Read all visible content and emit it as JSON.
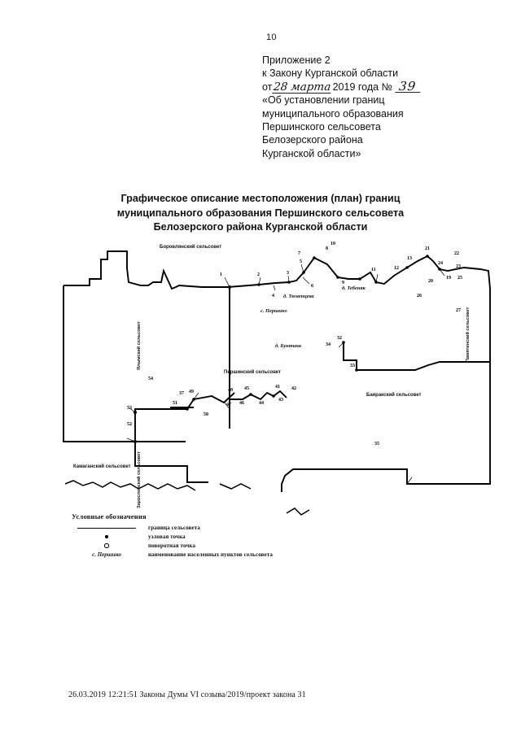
{
  "page": {
    "number": "10"
  },
  "header": {
    "lines": [
      "Приложение 2",
      "к Закону Курганской области"
    ],
    "date_prefix": "от",
    "date_handwritten": "28 марта",
    "date_suffix": "2019 года №",
    "number_handwritten": "39",
    "quoted_lines": [
      "«Об установлении границ",
      "муниципального образования",
      "Першинского сельсовета",
      "Белозерского района",
      "Курганской области»"
    ]
  },
  "map": {
    "title_lines": [
      "Графическое описание местоположения (план) границ",
      "муниципального образования Першинского сельсовета",
      "Белозерского района Курганской области"
    ],
    "neighbor_labels": [
      {
        "name": "Боровлянский сельсовет",
        "orientation": "horizontal"
      },
      {
        "name": "Ялымский сельсовет",
        "orientation": "vertical"
      },
      {
        "name": "Памятинский сельсовет",
        "orientation": "vertical"
      },
      {
        "name": "Баяракский сельсовет",
        "orientation": "horizontal"
      },
      {
        "name": "Камаганский сельсовет",
        "orientation": "horizontal"
      },
      {
        "name": "Зарословский сельсовет",
        "orientation": "vertical"
      }
    ],
    "own_label": "Першинский сельсовет",
    "settlements": [
      "д. Тюменцева",
      "с. Першино",
      "д. Бунтина",
      "д. Тебеняк"
    ],
    "vertex_numbers": [
      "1",
      "2",
      "3",
      "4",
      "5",
      "6",
      "7",
      "8",
      "9",
      "10",
      "11",
      "12",
      "13",
      "19",
      "20",
      "21",
      "22",
      "23",
      "24",
      "25",
      "26",
      "27",
      "32",
      "33",
      "34",
      "35",
      "36",
      "37",
      "41",
      "42",
      "43",
      "44",
      "45",
      "46",
      "47",
      "48",
      "49",
      "50",
      "51",
      "52",
      "53",
      "54"
    ]
  },
  "legend": {
    "title": "Условные обозначения",
    "items": [
      {
        "symbol": "line",
        "label": "граница сельсовета"
      },
      {
        "symbol": "dot",
        "label": "узловая точка"
      },
      {
        "symbol": "circle",
        "label": "поворотная точка"
      },
      {
        "symbol": "name",
        "symbol_text": "с. Першино",
        "label": "наименование населенных пунктов сельсовета"
      }
    ]
  },
  "footer": {
    "text": "26.03.2019 12:21:51 Законы Думы VI созыва/2019/проект закона 31"
  }
}
